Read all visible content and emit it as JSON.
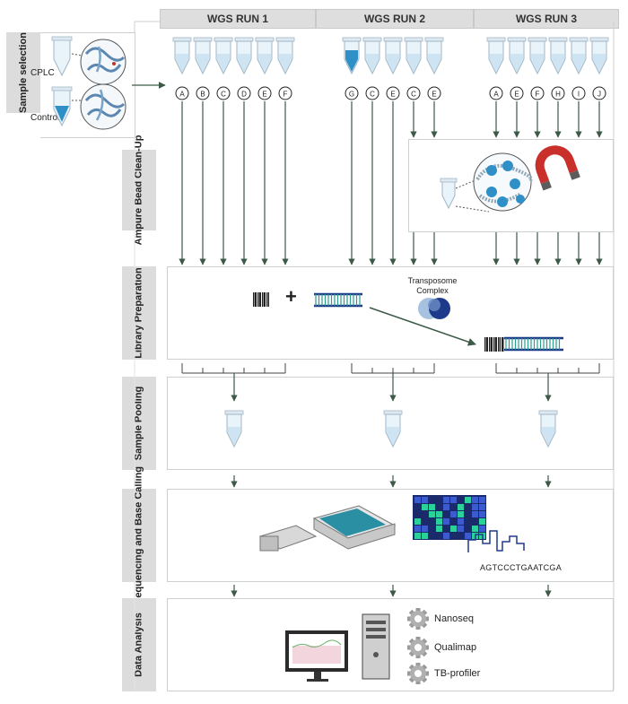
{
  "runs": {
    "run1": {
      "title": "WGS RUN 1",
      "samples": [
        "A",
        "B",
        "C",
        "D",
        "E",
        "F"
      ]
    },
    "run2": {
      "title": "WGS RUN 2",
      "samples": [
        "G",
        "C",
        "E",
        "C",
        "E"
      ]
    },
    "run3": {
      "title": "WGS RUN 3",
      "samples": [
        "A",
        "E",
        "F",
        "H",
        "I",
        "J"
      ]
    }
  },
  "stages": {
    "sample_selection": "Sample selection",
    "ampure": "Ampure Bead Clean-Up",
    "library": "Library Preparation",
    "pooling": "Sample Pooling",
    "sequencing": "Sequencing and Base Calling",
    "analysis": "Data Analysis"
  },
  "sample_labels": {
    "cplc": "CPLC",
    "control": "Control"
  },
  "library": {
    "plus": "+",
    "transposome": "Transposome Complex"
  },
  "sequence": "AGTCCCTGAATCGA",
  "tools": [
    "Nanoseq",
    "Qualimap",
    "TB-profiler"
  ],
  "colors": {
    "arrow": "#3c5a48",
    "tube_liquid": "#cfe4f2",
    "tube_blue": "#2f8fc7",
    "magnet_red": "#c9302c",
    "dna_blue": "#1e3a8a",
    "dna_teal": "#2a9d8f",
    "grid_navy": "#1b2a6b",
    "grid_green": "#2bd19a"
  }
}
